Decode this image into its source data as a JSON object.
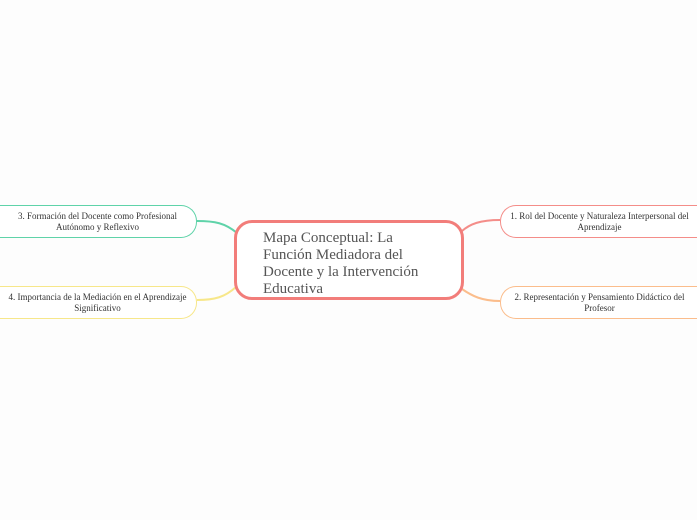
{
  "central": {
    "title": "Mapa Conceptual: La Función Mediadora del Docente y la Intervención Educativa",
    "border_color": "#f27d7a"
  },
  "topics": [
    {
      "label": "1. Rol del Docente y Naturaleza Interpersonal del Aprendizaje",
      "side": "right",
      "color": "#f48d89"
    },
    {
      "label": "2. Representación y Pensamiento Didáctico del Profesor",
      "side": "right",
      "color": "#fbbd8c"
    },
    {
      "label": "3. Formación del Docente como Profesional Autónomo y Reflexivo",
      "side": "left",
      "color": "#5fd3a9"
    },
    {
      "label": "4. Importancia de la Mediación en el Aprendizaje Significativo",
      "side": "left",
      "color": "#f7e78a"
    }
  ]
}
